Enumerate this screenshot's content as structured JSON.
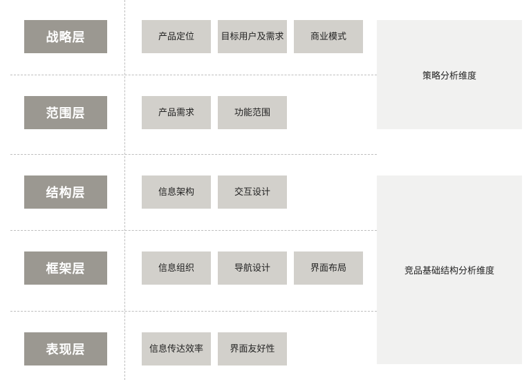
{
  "layers": [
    {
      "label": "战略层",
      "items": [
        "产品定位",
        "目标用户及需求",
        "商业模式"
      ]
    },
    {
      "label": "范围层",
      "items": [
        "产品需求",
        "功能范围"
      ]
    },
    {
      "label": "结构层",
      "items": [
        "信息架构",
        "交互设计"
      ]
    },
    {
      "label": "框架层",
      "items": [
        "信息组织",
        "导航设计",
        "界面布局"
      ]
    },
    {
      "label": "表现层",
      "items": [
        "信息传达效率",
        "界面友好性"
      ]
    }
  ],
  "dimensions": [
    "策略分析维度",
    "竞品基础结构分析维度"
  ]
}
